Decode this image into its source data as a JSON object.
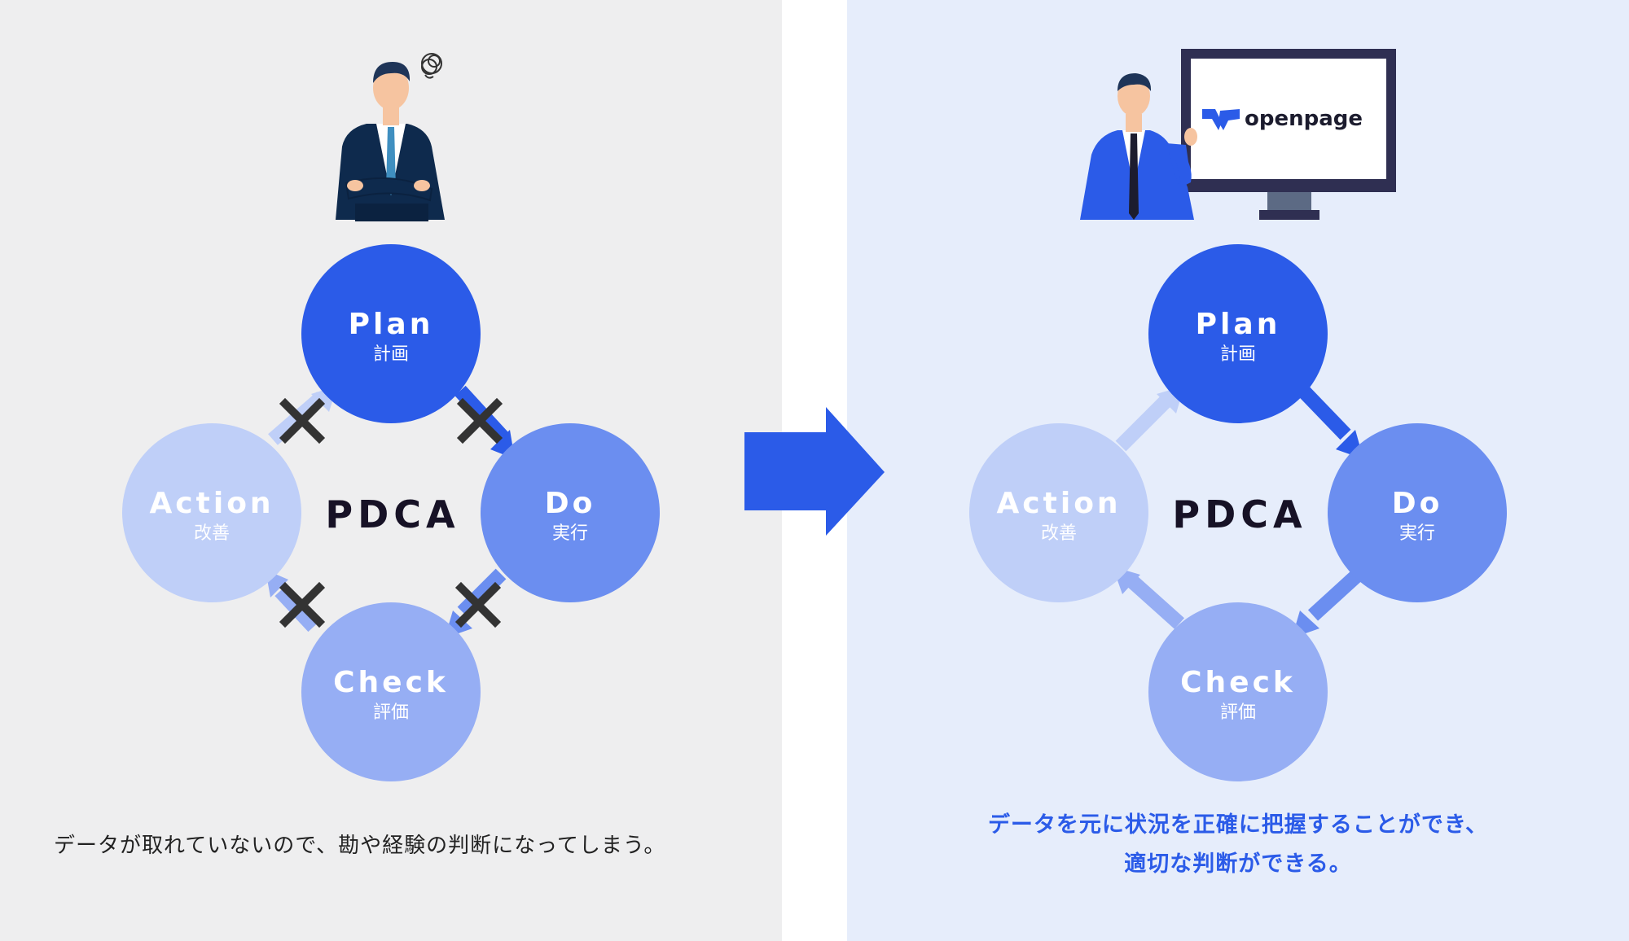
{
  "colors": {
    "left_bg": "#eeeeef",
    "right_bg": "#e6edfb",
    "plan": "#2b5be8",
    "do": "#6b8ef0",
    "check": "#96aef4",
    "action": "#bfcff8",
    "arrow_big": "#2b5be8",
    "cross": "#333333",
    "caption_right": "#2b5be8"
  },
  "left": {
    "center_label": "PDCA",
    "nodes": {
      "plan": {
        "title": "Plan",
        "sub": "計画"
      },
      "do": {
        "title": "Do",
        "sub": "実行"
      },
      "check": {
        "title": "Check",
        "sub": "評価"
      },
      "action": {
        "title": "Action",
        "sub": "改善"
      }
    },
    "caption": "データが取れていないので、勘や経験の判断になってしまう。"
  },
  "right": {
    "center_label": "PDCA",
    "nodes": {
      "plan": {
        "title": "Plan",
        "sub": "計画"
      },
      "do": {
        "title": "Do",
        "sub": "実行"
      },
      "check": {
        "title": "Check",
        "sub": "評価"
      },
      "action": {
        "title": "Action",
        "sub": "改善"
      }
    },
    "monitor_brand": "openpage",
    "caption_line1": "データを元に状況を正確に把握することができ、",
    "caption_line2": "適切な判断ができる。"
  },
  "icons": {
    "confused_person": "person-arms-crossed-confused-icon",
    "presenter": "person-presenting-icon",
    "monitor": "monitor-icon",
    "transition_arrow": "right-arrow-icon",
    "cross_marks": "x-mark-icon"
  }
}
